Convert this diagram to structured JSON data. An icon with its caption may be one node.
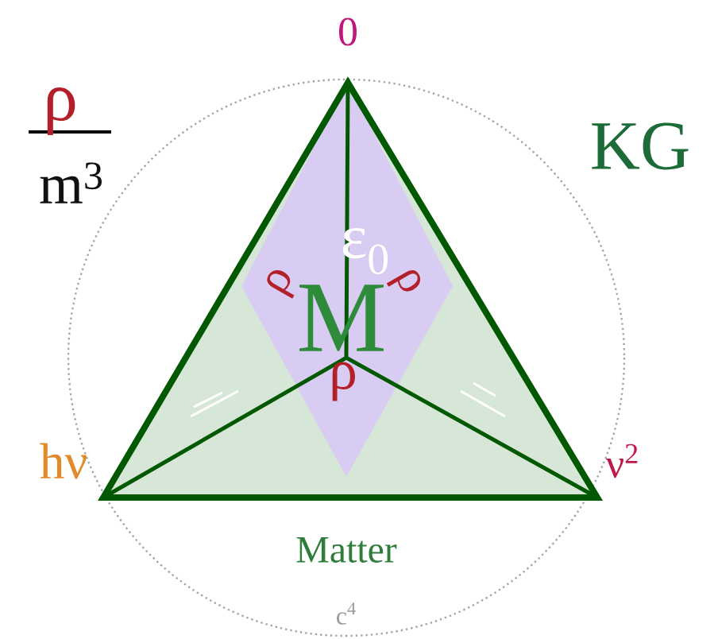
{
  "diagram": {
    "labels": [
      "0",
      "ρ",
      "KG",
      "m$^{3}$",
      "ε$_{0}$",
      "ρ",
      "ρ",
      "M",
      "ρ",
      "hν",
      "ν$^{2}$",
      "Matter",
      "c$^{4}$"
    ]
  }
}
